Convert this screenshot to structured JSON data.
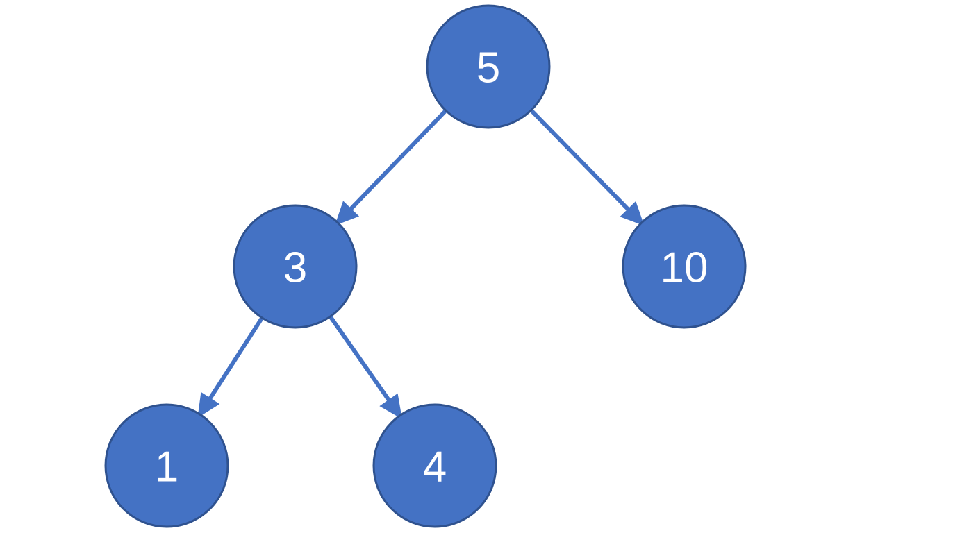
{
  "colors": {
    "node_fill": "#4472C4",
    "node_stroke": "#2F528F",
    "edge": "#4472C4",
    "label": "#FFFFFF",
    "background": "#FFFFFF"
  },
  "tree": {
    "nodes": [
      {
        "id": "n5",
        "label": "5"
      },
      {
        "id": "n3",
        "label": "3"
      },
      {
        "id": "n10",
        "label": "10"
      },
      {
        "id": "n1",
        "label": "1"
      },
      {
        "id": "n4",
        "label": "4"
      }
    ],
    "edges": [
      {
        "from": "n5",
        "to": "n3"
      },
      {
        "from": "n5",
        "to": "n10"
      },
      {
        "from": "n3",
        "to": "n1"
      },
      {
        "from": "n3",
        "to": "n4"
      }
    ]
  }
}
